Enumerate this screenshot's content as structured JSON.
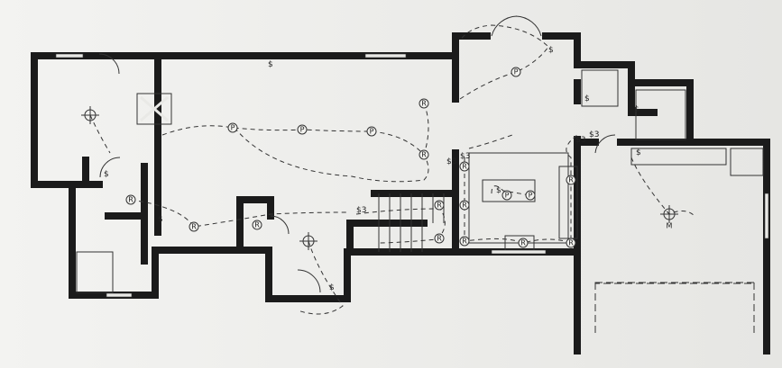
{
  "symbols": {
    "pendant": "P",
    "recessed": "R",
    "motor": "M",
    "switch": "$",
    "three_way_switch": "$3"
  },
  "colors": {
    "paper": "#e9e9e6",
    "wall": "#1b1b1b",
    "line": "#333333"
  }
}
